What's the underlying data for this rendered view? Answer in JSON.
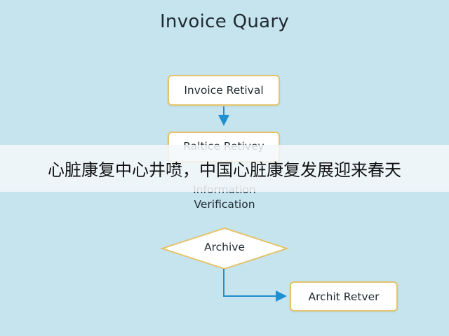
{
  "diagram": {
    "title": "Invoice Quary",
    "nodes": [
      {
        "id": "n1",
        "shape": "rounded-rect",
        "label": "Invoice Retival"
      },
      {
        "id": "n2",
        "shape": "rounded-rect",
        "label": "Raltice Retivey"
      },
      {
        "id": "n3",
        "shape": "text",
        "label_line1": "Information",
        "label_line2": "Verification"
      },
      {
        "id": "n4",
        "shape": "diamond",
        "label": "Archive"
      },
      {
        "id": "n5",
        "shape": "rounded-rect",
        "label": "Archit Retver"
      }
    ],
    "edges": [
      {
        "from": "n1",
        "to": "n2"
      },
      {
        "from": "n4",
        "to": "n5"
      }
    ],
    "colors": {
      "background": "#c5e4ee",
      "box_border": "#e6c36a",
      "arrow": "#1e8fd0"
    }
  },
  "overlay_banner": {
    "text": "心脏康复中心井喷，中国心脏康复发展迎来春天"
  }
}
